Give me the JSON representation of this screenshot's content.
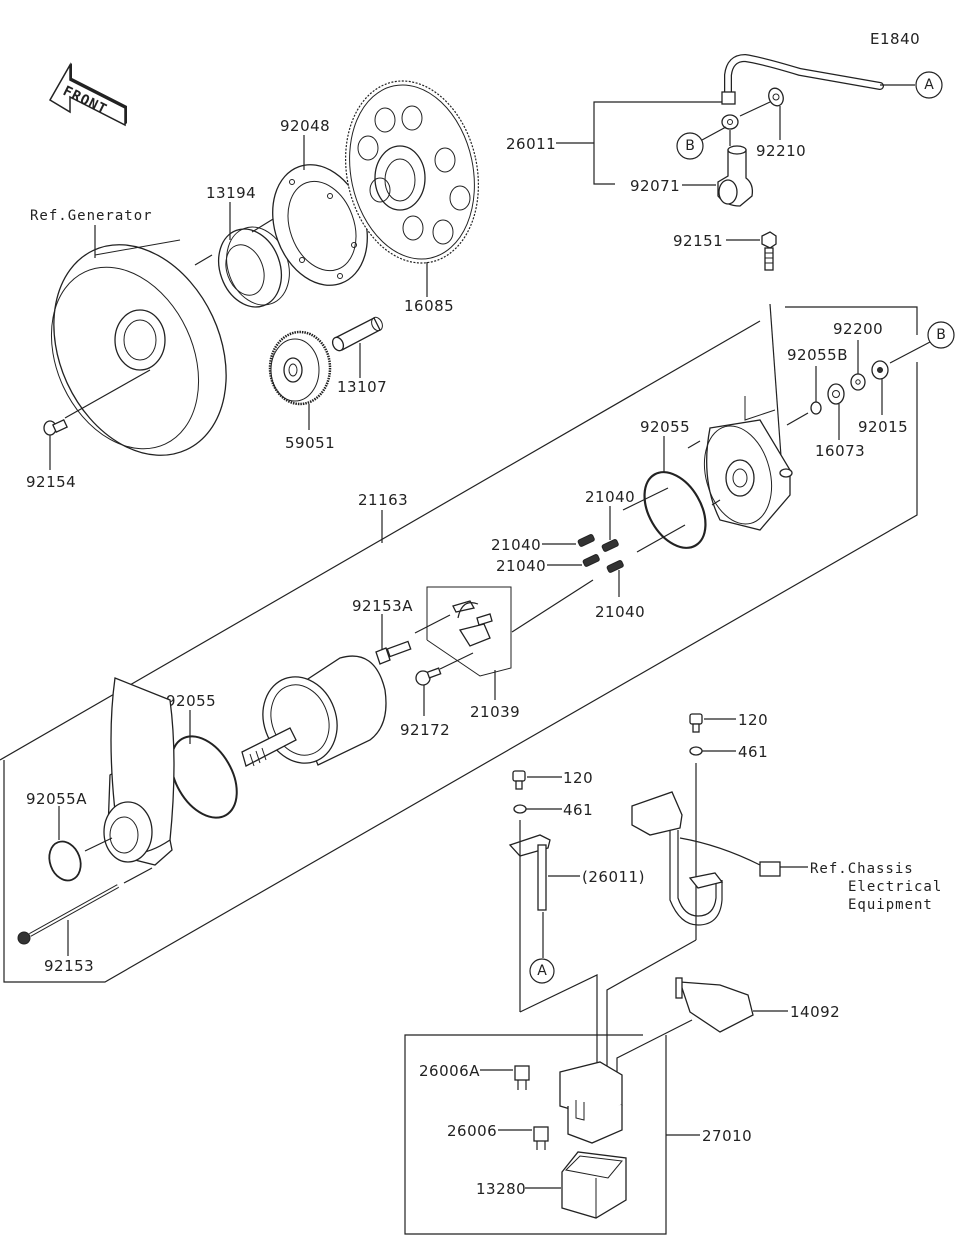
{
  "diagram": {
    "code": "E1840",
    "front_arrow_text": "FRONT",
    "callouts": {
      "a": "A",
      "b": "B"
    },
    "refs": {
      "generator": "Ref.Generator",
      "chassis_line1": "Ref.Chassis",
      "chassis_line2": "Electrical",
      "chassis_line3": "Equipment"
    },
    "labels": {
      "p92048": "92048",
      "p13194": "13194",
      "p16085": "16085",
      "p13107": "13107",
      "p59051": "59051",
      "p92154": "92154",
      "p26011": "26011",
      "p92210": "92210",
      "p92071": "92071",
      "p92151": "92151",
      "p92200": "92200",
      "p92055B": "92055B",
      "p92015": "92015",
      "p16073": "16073",
      "p92055_upper": "92055",
      "p21163": "21163",
      "p21040_a": "21040",
      "p21040_b": "21040",
      "p21040_c": "21040",
      "p21040_d": "21040",
      "p92153A": "92153A",
      "p92172": "92172",
      "p21039": "21039",
      "p92055_lower": "92055",
      "p92055A": "92055A",
      "p92153": "92153",
      "p120_a": "120",
      "p461_a": "461",
      "p120_b": "120",
      "p461_b": "461",
      "p26011_paren": "(26011)",
      "p14092": "14092",
      "p26006A": "26006A",
      "p26006": "26006",
      "p27010": "27010",
      "p13280": "13280"
    }
  }
}
